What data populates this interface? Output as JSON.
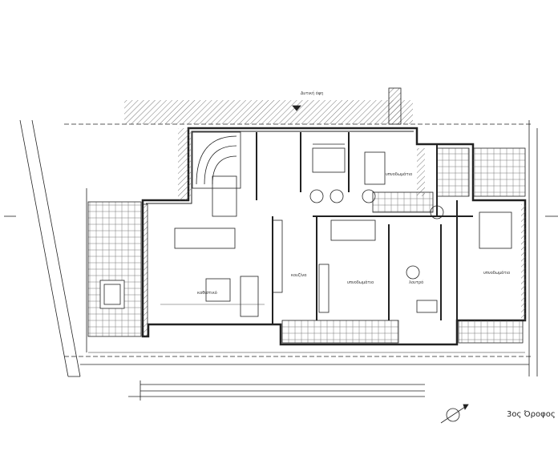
{
  "drawing": {
    "floor_title": "3ος Όροφος",
    "view_label": "Δυτική όψη",
    "rooms": [
      {
        "name": "καθιστικό"
      },
      {
        "name": "κουζίνα"
      },
      {
        "name": "υπνοδωμάτιο"
      },
      {
        "name": "υπνοδωμάτιο"
      },
      {
        "name": "υπνοδωμάτιο"
      },
      {
        "name": "λουτρό"
      }
    ]
  }
}
